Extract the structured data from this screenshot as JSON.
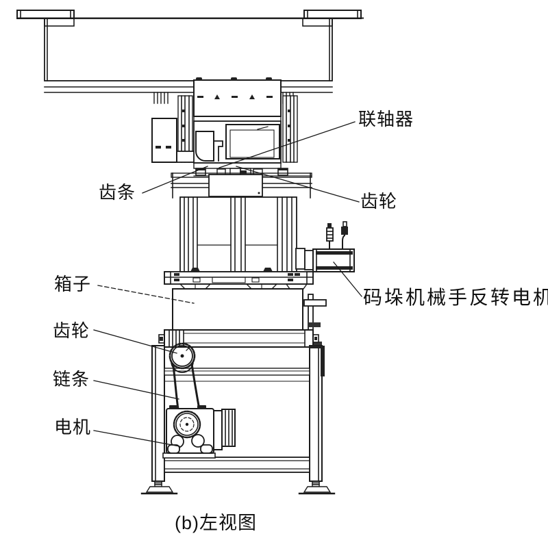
{
  "figure": {
    "caption": "(b)左视图",
    "labels": {
      "coupling": "联轴器",
      "rack": "齿条",
      "gear_top": "齿轮",
      "box": "箱子",
      "gear_left": "齿轮",
      "chain": "链条",
      "motor": "电机",
      "reverse_motor": "码垛机械手反转电机"
    },
    "colors": {
      "line": "#1a1a1a",
      "background": "#ffffff",
      "text": "#101010"
    }
  }
}
